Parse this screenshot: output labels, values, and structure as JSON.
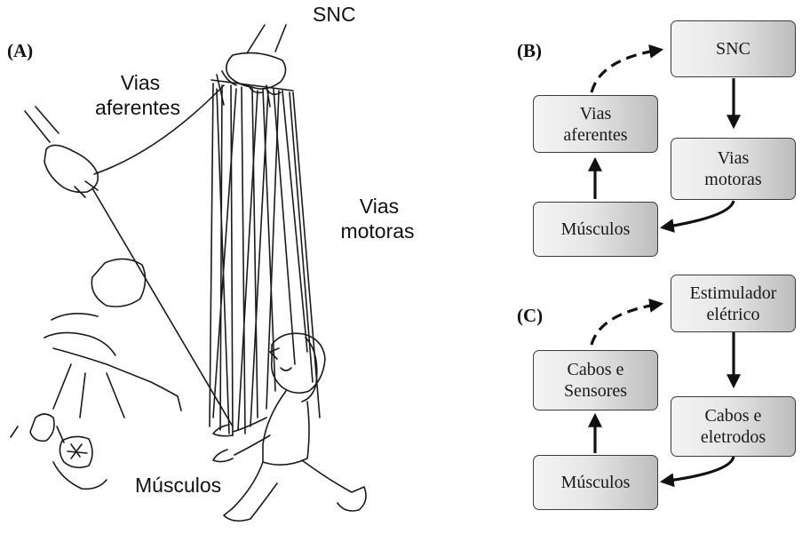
{
  "panel_a": {
    "letter": "(A)",
    "snc": "SNC",
    "vias_aferentes": [
      "Vias",
      "aferentes"
    ],
    "vias_motoras": [
      "Vias",
      "motoras"
    ],
    "musculos": "Músculos"
  },
  "panel_b": {
    "letter": "(B)",
    "snc": "SNC",
    "vias_aferentes": [
      "Vias",
      "aferentes"
    ],
    "vias_motoras": [
      "Vias",
      "motoras"
    ],
    "musculos": "Músculos"
  },
  "panel_c": {
    "letter": "(C)",
    "estimulador": [
      "Estimulador",
      "elétrico"
    ],
    "cabos_sensores": [
      "Cabos e",
      "Sensores"
    ],
    "cabos_eletrodos": [
      "Cabos e",
      "eletrodos"
    ],
    "musculos": "Músculos"
  },
  "colors": {
    "ink": "#111111",
    "box_border": "#3a3a3a",
    "box_dark": "#bdbdbd",
    "box_light": "#f4f4f4"
  }
}
